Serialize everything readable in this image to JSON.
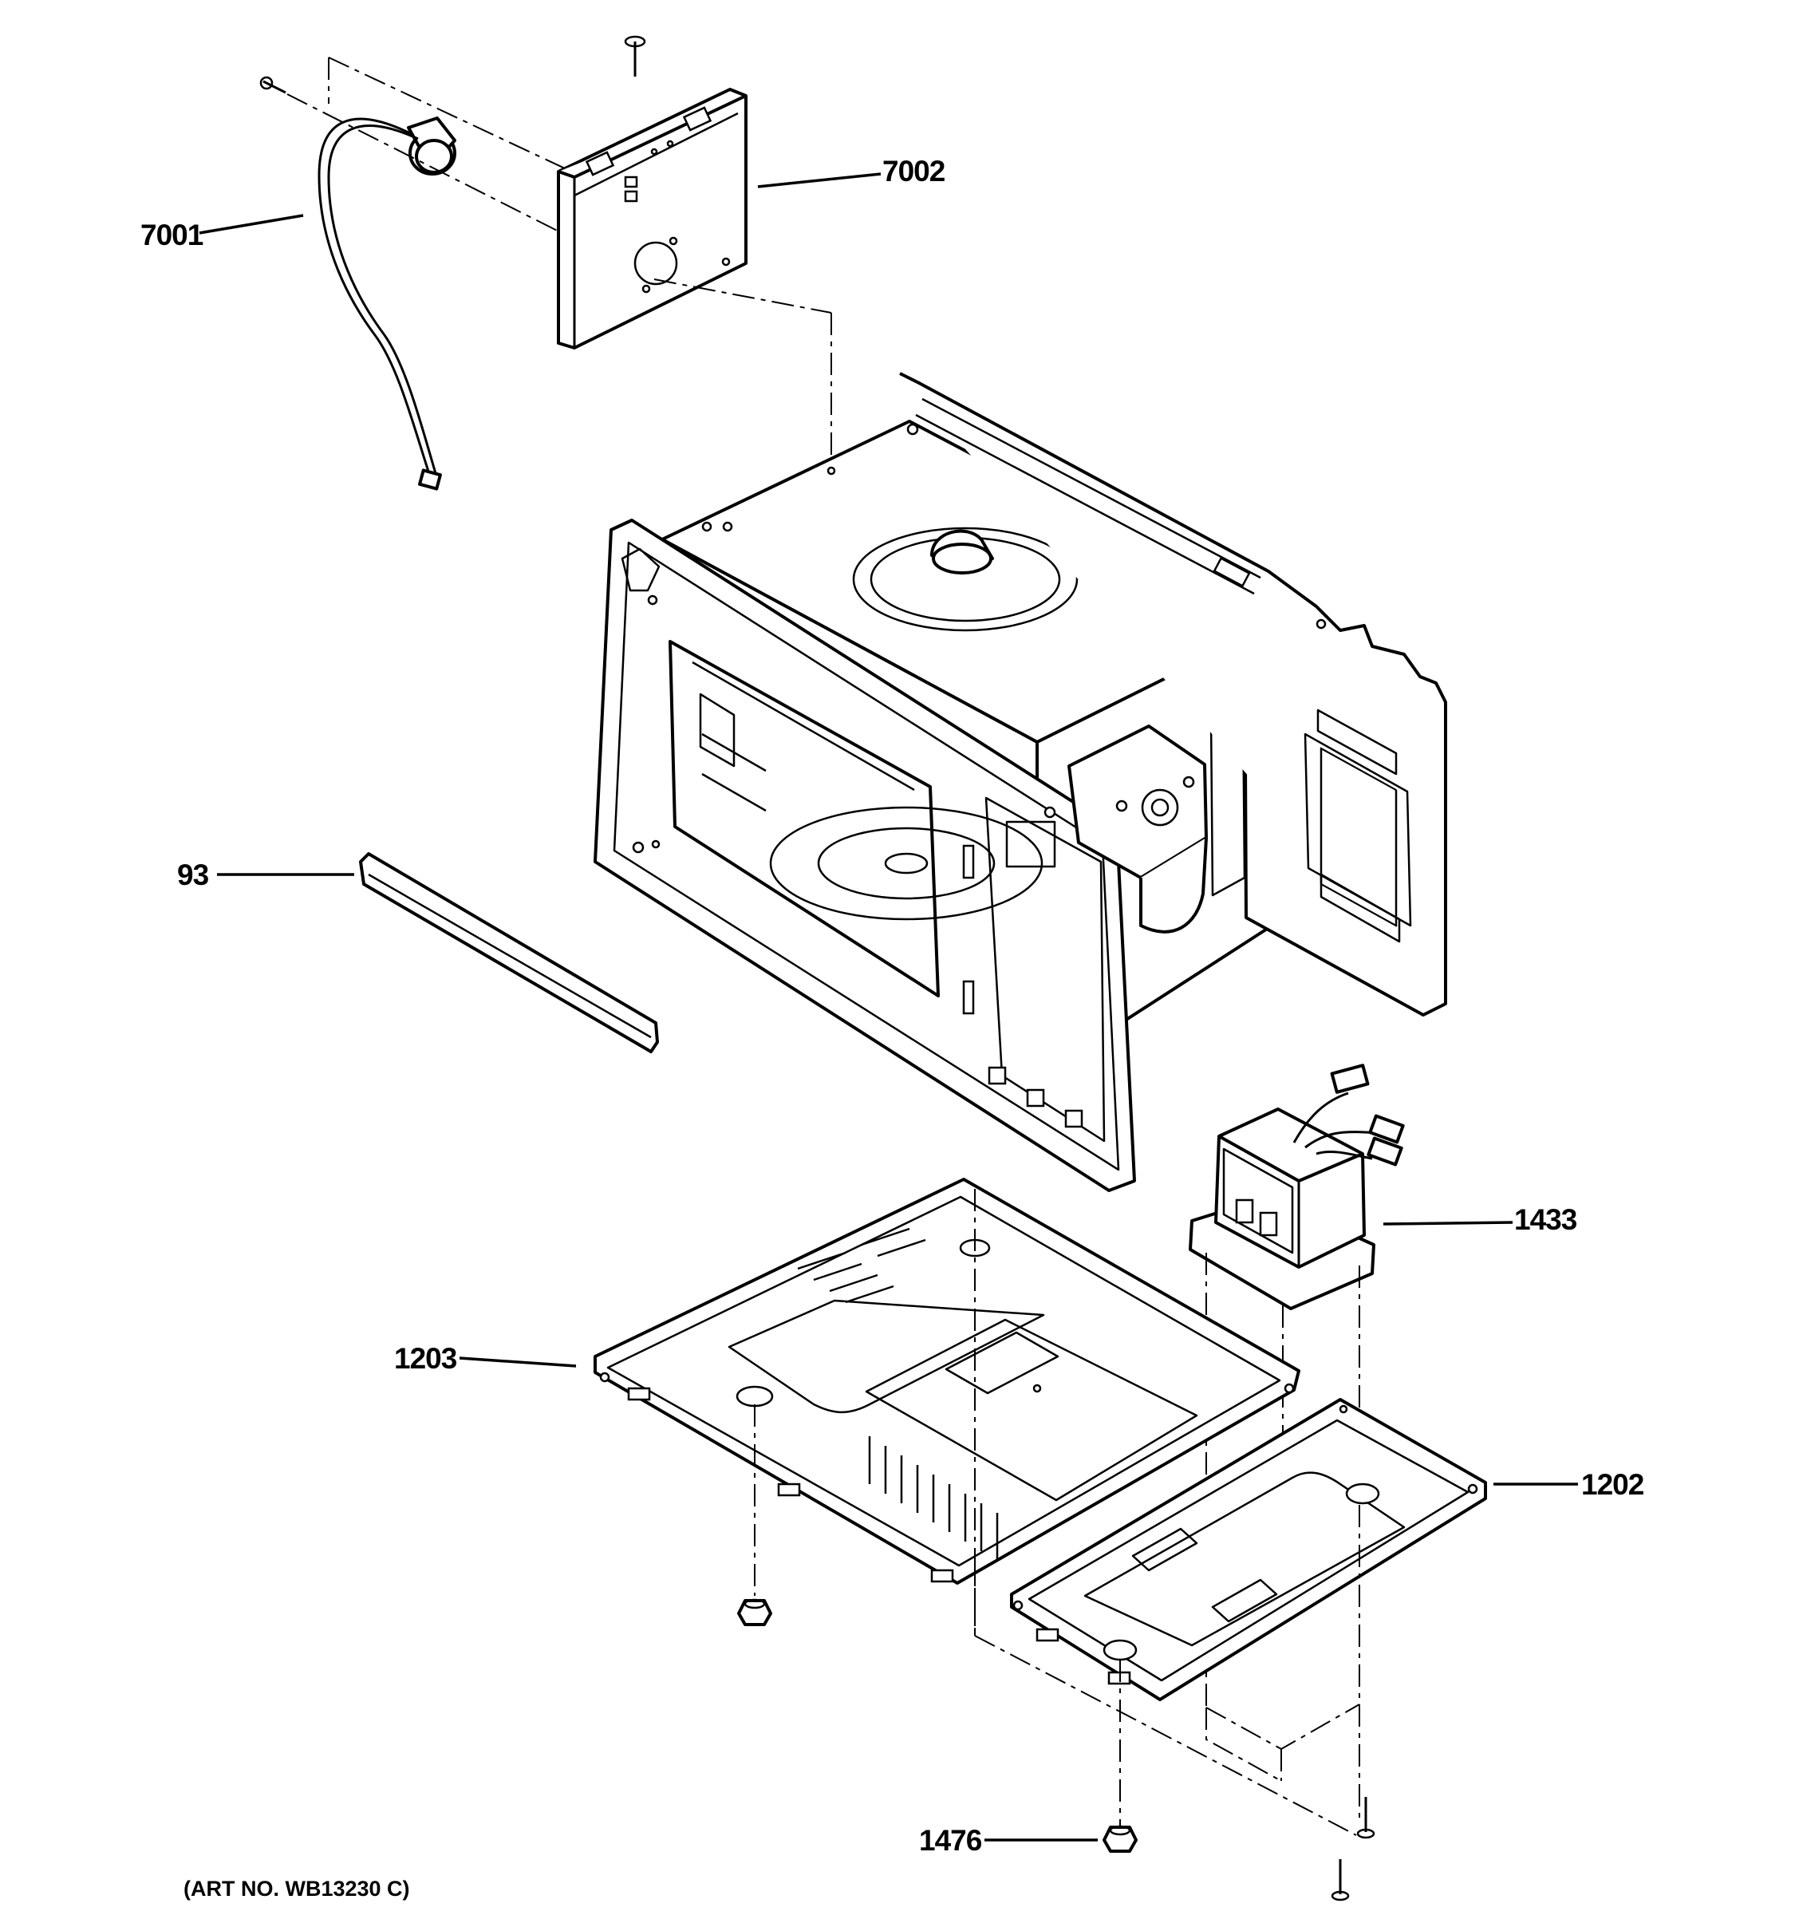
{
  "callouts": {
    "p7001": "7001",
    "p7002": "7002",
    "p93": "93",
    "p1433": "1433",
    "p1203": "1203",
    "p1202": "1202",
    "p1476": "1476"
  },
  "art_number": "(ART NO. WB13230 C)",
  "colors": {
    "ink": "#000000",
    "paper": "#ffffff"
  }
}
